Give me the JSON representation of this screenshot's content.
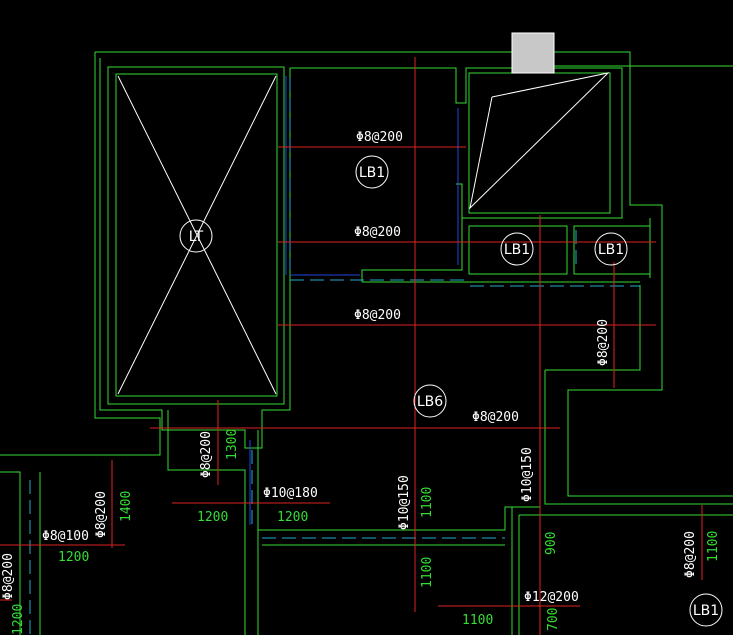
{
  "colors": {
    "background": "#000000",
    "wall": "#33dd33",
    "rebar": "#dd2222",
    "dim_line": "#dd2222",
    "text_white": "#ffffff",
    "text_green": "#33dd33",
    "hidden_line": "#22aacc",
    "blue_line": "#2244dd",
    "column_fill": "#c8c8c8"
  },
  "slab_tags": {
    "lt": "LT",
    "lb1_a": "LB1",
    "lb1_b": "LB1",
    "lb1_c": "LB1",
    "lb6": "LB6",
    "lb1_d": "LB1"
  },
  "rebar_labels": {
    "r1": "Φ8@200",
    "r2": "Φ8@200",
    "r3": "Φ8@200",
    "r4": "Φ8@200",
    "r5": "Φ8@200",
    "r6": "Φ8@200",
    "r7": "Φ10@180",
    "r8": "Φ10@150",
    "r9": "Φ10@150",
    "r10": "Φ8@200",
    "r11": "Φ8@100",
    "r12": "Φ8@200",
    "r13": "Φ12@200",
    "r14": "Φ8@200"
  },
  "dimension_labels": {
    "d1300": "1300",
    "d1400": "1400",
    "d1200a": "1200",
    "d1200b": "1200",
    "d1200c": "1200",
    "d1100a": "1100",
    "d1100b": "1100",
    "d1100c": "1100",
    "d900": "900",
    "d1100d": "1100",
    "d700": "700",
    "d1200v": "1200"
  }
}
